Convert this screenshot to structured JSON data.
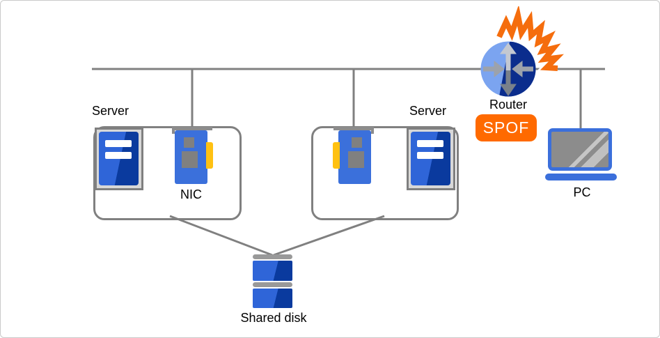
{
  "labels": {
    "server_left": "Server",
    "server_right": "Server",
    "nic": "NIC",
    "router": "Router",
    "spof": "SPOF",
    "pc": "PC",
    "shared_disk": "Shared disk"
  },
  "diagram": {
    "nodes": [
      {
        "id": "server-left",
        "label": "Server",
        "type": "server",
        "has": [
          "server-unit",
          "nic-card"
        ]
      },
      {
        "id": "server-right",
        "label": "Server",
        "type": "server",
        "has": [
          "nic-card",
          "server-unit"
        ]
      },
      {
        "id": "router",
        "label": "Router",
        "type": "router",
        "status": "SPOF",
        "failure_marker": "explosion"
      },
      {
        "id": "pc",
        "label": "PC",
        "type": "client"
      },
      {
        "id": "shared-disk",
        "label": "Shared disk",
        "type": "storage"
      }
    ],
    "edges": [
      {
        "from": "network-bus",
        "to": "server-left"
      },
      {
        "from": "network-bus",
        "to": "server-right"
      },
      {
        "from": "network-bus",
        "to": "router"
      },
      {
        "from": "network-bus",
        "to": "pc"
      },
      {
        "from": "server-left",
        "to": "shared-disk"
      },
      {
        "from": "server-right",
        "to": "shared-disk"
      }
    ]
  },
  "colors": {
    "line_gray": "#808080",
    "frame_gray": "#7f7f7f",
    "panel_gray": "#d8d8d8",
    "accent_blue": "#2f65d8",
    "dark_blue": "#0a3a9e",
    "nic_blue": "#3b70db",
    "chip_gray": "#808080",
    "bracket_gray": "#8c8c8c",
    "tab_yellow": "#ffc112",
    "router_light_blue": "#7ba4f0",
    "router_dark_blue": "#0b2d8d",
    "arrow_light": "#c3c8d1",
    "arrow_mid": "#9ca2ab",
    "arrow_dark": "#7a818a",
    "explosion_orange": "#f56d0d",
    "spof_orange": "#ff6a00",
    "laptop_blue": "#3b6fdb",
    "screen_gray": "#8c8c8c",
    "disk_bar_gray": "#999999"
  }
}
